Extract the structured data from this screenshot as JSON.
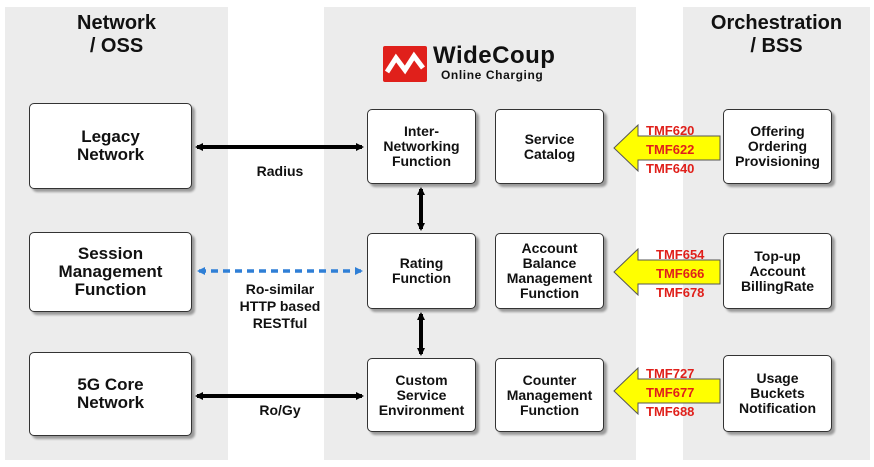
{
  "columns": {
    "left_title": [
      "Network",
      "/ OSS"
    ],
    "right_title": [
      "Orchestration",
      "/ BSS"
    ]
  },
  "logo": {
    "name": "WideCoup",
    "tagline": "Online Charging",
    "color": "#e0201b"
  },
  "left_boxes": {
    "legacy": [
      "Legacy",
      "Network"
    ],
    "session": [
      "Session",
      "Management",
      "Function"
    ],
    "core5g": [
      "5G Core",
      "Network"
    ]
  },
  "center_boxes": {
    "iwf": [
      "Inter-",
      "Networking",
      "Function"
    ],
    "rating": [
      "Rating",
      "Function"
    ],
    "cse": [
      "Custom",
      "Service",
      "Environment"
    ],
    "catalog": [
      "Service",
      "Catalog"
    ],
    "abm": [
      "Account",
      "Balance",
      "Management",
      "Function"
    ],
    "counter": [
      "Counter",
      "Management",
      "Function"
    ]
  },
  "right_boxes": {
    "offering": [
      "Offering",
      "Ordering",
      "Provisioning"
    ],
    "topup": [
      "Top-up",
      "Account",
      "BillingRate"
    ],
    "usage": [
      "Usage",
      "Buckets",
      "Notification"
    ]
  },
  "links": {
    "radius": "Radius",
    "ro_similar": [
      "Ro-similar",
      "HTTP based",
      "RESTful"
    ],
    "rogy": "Ro/Gy"
  },
  "apis": {
    "catalog": [
      "TMF620",
      "TMF622",
      "TMF640"
    ],
    "abm": [
      "TMF654",
      "TMF666",
      "TMF678"
    ],
    "counter": [
      "TMF727",
      "TMF677",
      "TMF688"
    ]
  },
  "colors": {
    "panel": "#ececec",
    "arrow_fill": "#ffff00",
    "api_text": "#e0201b",
    "dashed_arrow": "#2f7fd6"
  }
}
